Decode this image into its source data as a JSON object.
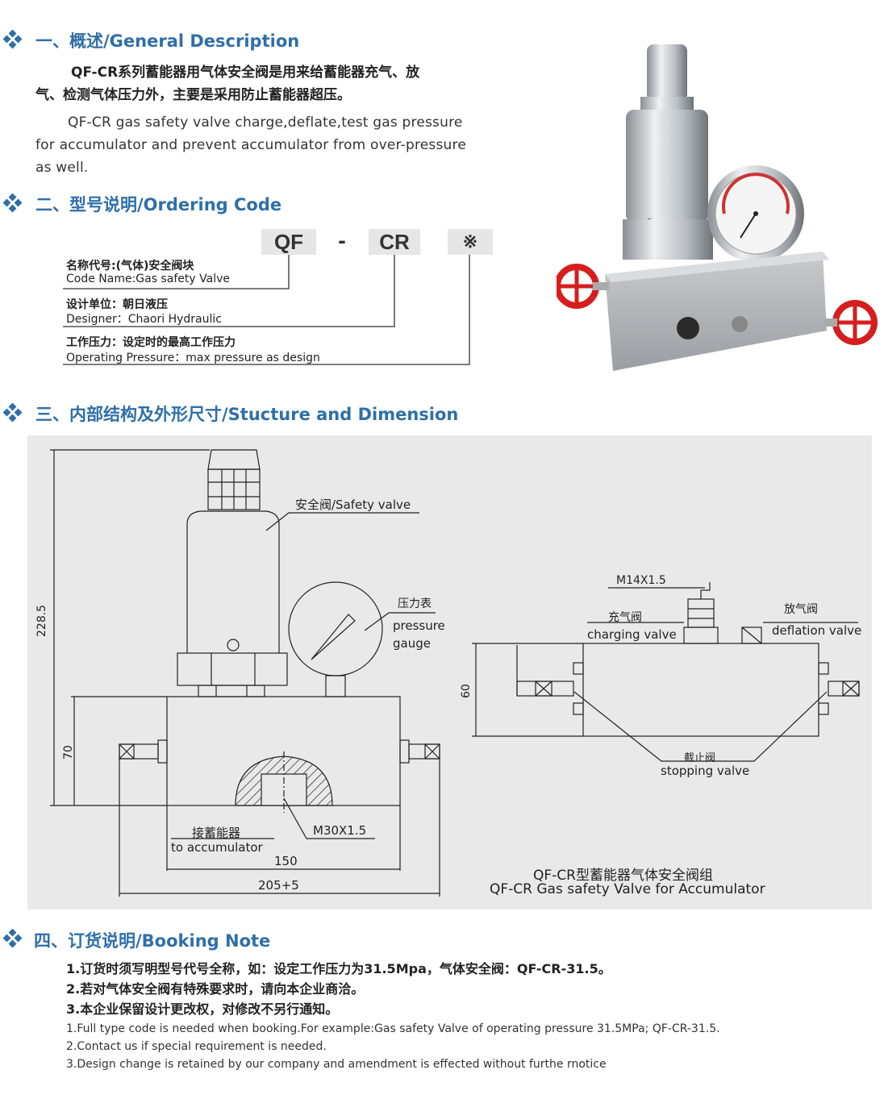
{
  "colors": {
    "accent": "#2f6fa8",
    "panel": "#e9e9e9"
  },
  "sections": {
    "general": {
      "title": "一、概述/General Description",
      "cn_line1": "QF-CR系列蓄能器用气体安全阀是用来给蓄能器充气、放",
      "cn_line2": "气、检测气体压力外，主要是采用防止蓄能器超压。",
      "en_line1": "QF-CR gas safety valve charge,deflate,test gas pressure",
      "en_line2": "for accumulator and prevent accumulator from over-pressure",
      "en_line3": "as well."
    },
    "ordering": {
      "title": "二、型号说明/Ordering Code",
      "code_parts": [
        "QF",
        "-",
        "CR",
        "※"
      ],
      "items": [
        {
          "cn": "名称代号:(气体)安全阀块",
          "en": "Code Name:Gas safety Valve"
        },
        {
          "cn": "设计单位：朝日液压",
          "en": "Designer：Chaori Hydraulic"
        },
        {
          "cn": "工作压力：设定时的最高工作压力",
          "en": "Operating Pressure：max pressure as design"
        }
      ]
    },
    "structure": {
      "title": "三、内部结构及外形尺寸/Stucture and Dimension",
      "labels": {
        "safety_valve": "安全阀/Safety valve",
        "gauge_cn": "压力表",
        "gauge_en1": "pressure",
        "gauge_en2": "gauge",
        "dim_height": "228.5",
        "dim_block": "70",
        "accum_cn": "接蓄能器",
        "accum_en": "to accumulator",
        "thread": "M30X1.5",
        "dim_150": "150",
        "dim_205": "205+5",
        "m14": "M14X1.5",
        "charging_cn": "充气阀",
        "charging_en": "charging valve",
        "deflation_cn": "放气阀",
        "deflation_en": "deflation valve",
        "dim_60": "60",
        "stopping_cn": "截止阀",
        "stopping_en": "stopping valve",
        "caption_cn": "QF-CR型蓄能器气体安全阀组",
        "caption_en": "QF-CR Gas safety Valve for Accumulator"
      }
    },
    "booking": {
      "title": "四、订货说明/Booking Note",
      "cn_notes": [
        "1.订货时须写明型号代号全称，如：设定工作压力为31.5Mpa，气体安全阀：QF-CR-31.5。",
        "2.若对气体安全阀有特殊要求时，请向本企业商洽。",
        "3.本企业保留设计更改权，对修改不另行通知。"
      ],
      "en_notes": [
        "1.Full type code is needed when booking.For example:Gas safety Valve of operating pressure 31.5MPa; QF-CR-31.5.",
        "2.Contact us if special requirement is needed.",
        "3.Design change is retained by our company and amendment is effected without furthe rnotice"
      ]
    }
  }
}
